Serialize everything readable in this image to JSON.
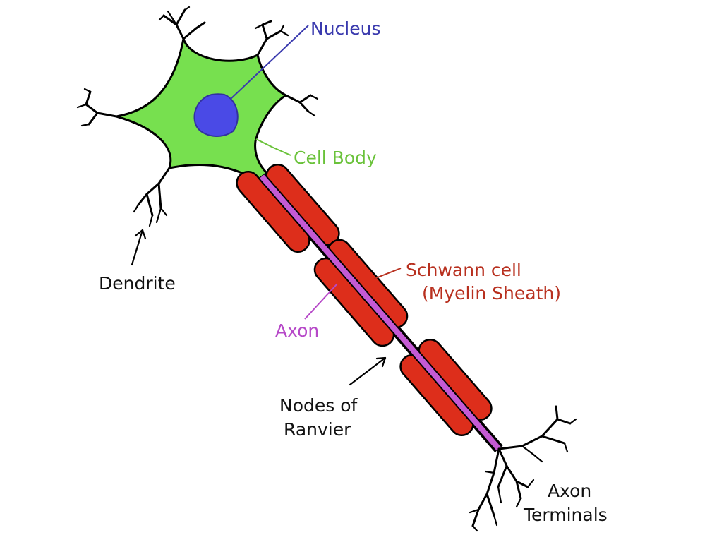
{
  "labels": {
    "nucleus": "Nucleus",
    "cell_body": "Cell Body",
    "dendrite": "Dendrite",
    "schwann_line1": "Schwann cell",
    "schwann_line2": "(Myelin Sheath)",
    "axon": "Axon",
    "nodes_line1": "Nodes of",
    "nodes_line2": "Ranvier",
    "terminals_line1": "Axon",
    "terminals_line2": "Terminals"
  },
  "colors": {
    "cell_body": "#77e04f",
    "nucleus": "#4a4ae6",
    "nucleus_label": "#3a3aae",
    "cell_body_label": "#6ac23a",
    "myelin": "#dd2e1b",
    "axon": "#c45ad4",
    "schwann_label": "#b8301f",
    "axon_label": "#b648c8",
    "text": "#111111"
  }
}
